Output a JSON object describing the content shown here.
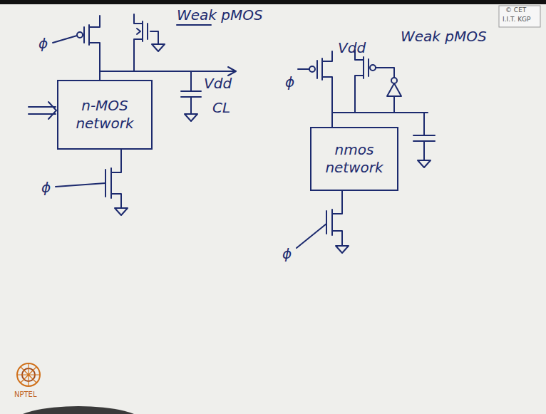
{
  "diagram": {
    "nodes": [
      {
        "text": [
          "n-MOS network"
        ]
      },
      {
        "text": [
          "nmos network"
        ]
      }
    ],
    "labels": [
      "© CET",
      "I.I.T. KGP",
      "Weak pMOS",
      "ϕ",
      "Vdd",
      "CL",
      "ϕ",
      "Vdd",
      "Weak pMOS",
      "ϕ",
      "ϕ",
      "NPTEL"
    ]
  }
}
